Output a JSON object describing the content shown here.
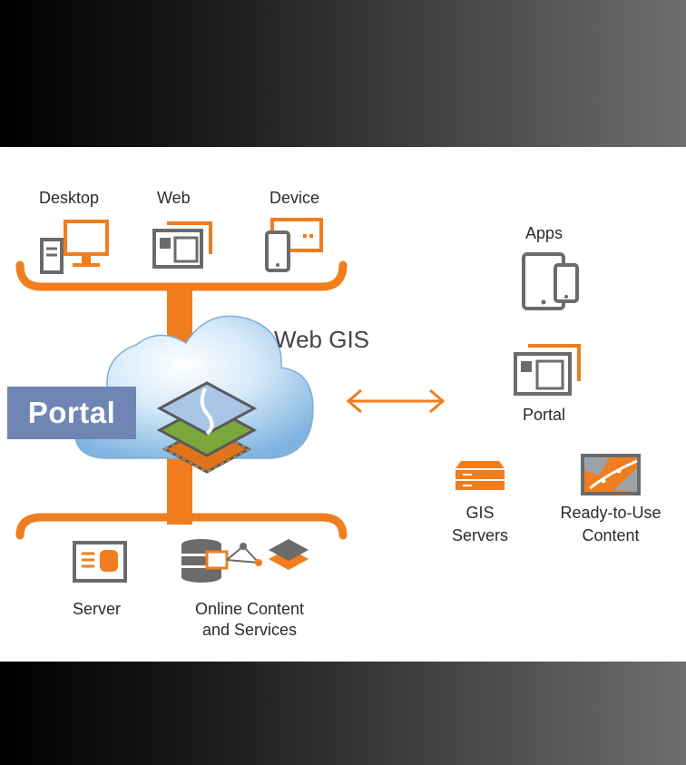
{
  "clients": {
    "desktop": "Desktop",
    "web": "Web",
    "device": "Device"
  },
  "center_label": "Web GIS",
  "portal_box": "Portal",
  "bottom": {
    "server": "Server",
    "online_line1": "Online Content",
    "online_line2": "and Services"
  },
  "right": {
    "apps": "Apps",
    "portal": "Portal",
    "gis_servers_line1": "GIS",
    "gis_servers_line2": "Servers",
    "ready_line1": "Ready-to-Use",
    "ready_line2": "Content"
  },
  "colors": {
    "accent_orange": "#f07d1e",
    "icon_gray": "#6b6b6b",
    "portal_blue": "#6f86b5",
    "cloud_blue": "#9cc9ec"
  }
}
